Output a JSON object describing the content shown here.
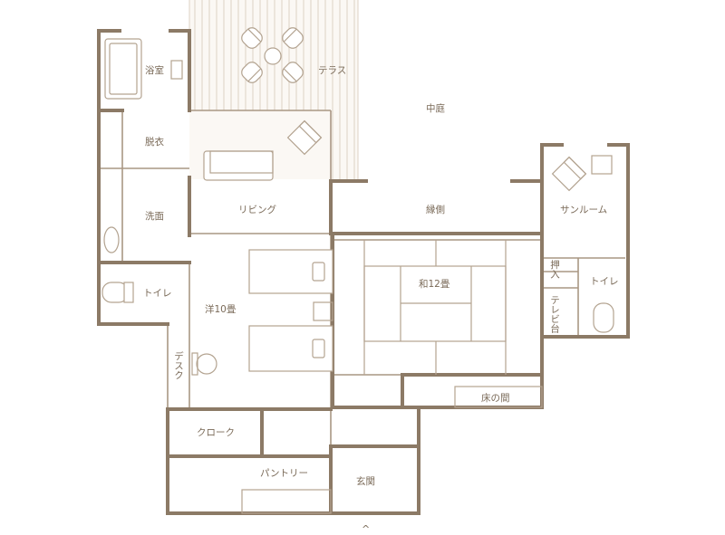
{
  "plan": {
    "rooms": {
      "bath": "浴室",
      "terrace": "テラス",
      "courtyard": "中庭",
      "dressing": "脱衣",
      "washroom": "洗面",
      "living": "リビング",
      "engawa": "縁側",
      "sunroom": "サンルーム",
      "toilet_west": "トイレ",
      "closet": "押入",
      "washitsu": "和12畳",
      "toilet_east": "トイレ",
      "tv_stand": "テレビ台",
      "yoshitsu": "洋10畳",
      "desk": "デスク",
      "tokonoma": "床の間",
      "cloak": "クローク",
      "pantry": "パントリー",
      "genkan": "玄関"
    },
    "entrance_marker": "^"
  },
  "colors": {
    "wall": "#8c7a66",
    "fixture": "#b3a390",
    "label": "#7a6a58",
    "decking": "#ddd2c4",
    "background": "#ffffff"
  }
}
